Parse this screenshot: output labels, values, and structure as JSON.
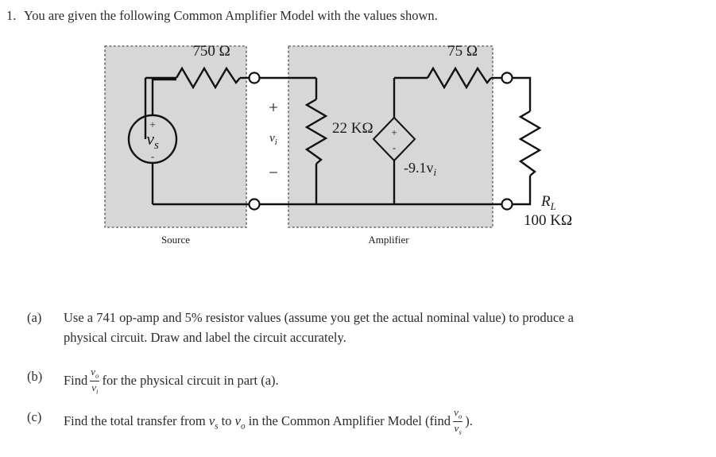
{
  "document": {
    "problem_number": "1.",
    "prompt": "You are given the following Common Amplifier Model with the values shown."
  },
  "figure": {
    "title": "Common Amplifier Model",
    "boxes": [
      {
        "id": "source",
        "caption": "Source"
      },
      {
        "id": "amplifier",
        "caption": "Amplifier"
      }
    ],
    "components": {
      "source_voltage": "v",
      "source_voltage_sub": "s",
      "source_plus": "+",
      "source_minus": "-",
      "series_resistor": "750 Ω",
      "input_plus": "+",
      "input_minus": "−",
      "input_voltage": "v",
      "input_voltage_sub": "i",
      "input_resistor": "22 KΩ",
      "dependent_source_plus": "+",
      "dependent_source_minus": "-",
      "dependent_source_label": "-9.1v",
      "dependent_source_label_sub": "i",
      "output_resistor": "75 Ω",
      "load_resistor_name": "R",
      "load_resistor_name_sub": "L",
      "load_resistor_value": "100 KΩ"
    },
    "colors": {
      "box_fill": "#d7d7d7",
      "box_border": "#6e6e6e",
      "wire": "#111111",
      "text": "#1a1a1a"
    }
  },
  "parts": {
    "a": {
      "label": "(a)",
      "line1": "Use a 741 op-amp and 5% resistor values (assume you get the actual nominal value) to produce a",
      "line2": "physical circuit. Draw and label the circuit accurately."
    },
    "b": {
      "label": "(b)",
      "text_before": "Find",
      "fraction_numerator": "v",
      "fraction_numerator_sub": "o",
      "fraction_denominator": "v",
      "fraction_denominator_sub": "i",
      "text_after": "for the physical circuit in part (a)."
    },
    "c": {
      "label": "(c)",
      "text_before": "Find the total transfer from",
      "var1": "v",
      "var1_sub": "s",
      "text_mid1": "to",
      "var2": "v",
      "var2_sub": "o",
      "text_mid2": "in the Common Amplifier Model (find",
      "fraction_numerator": "v",
      "fraction_numerator_sub": "o",
      "fraction_denominator": "v",
      "fraction_denominator_sub": "s",
      "text_after": ")."
    }
  }
}
